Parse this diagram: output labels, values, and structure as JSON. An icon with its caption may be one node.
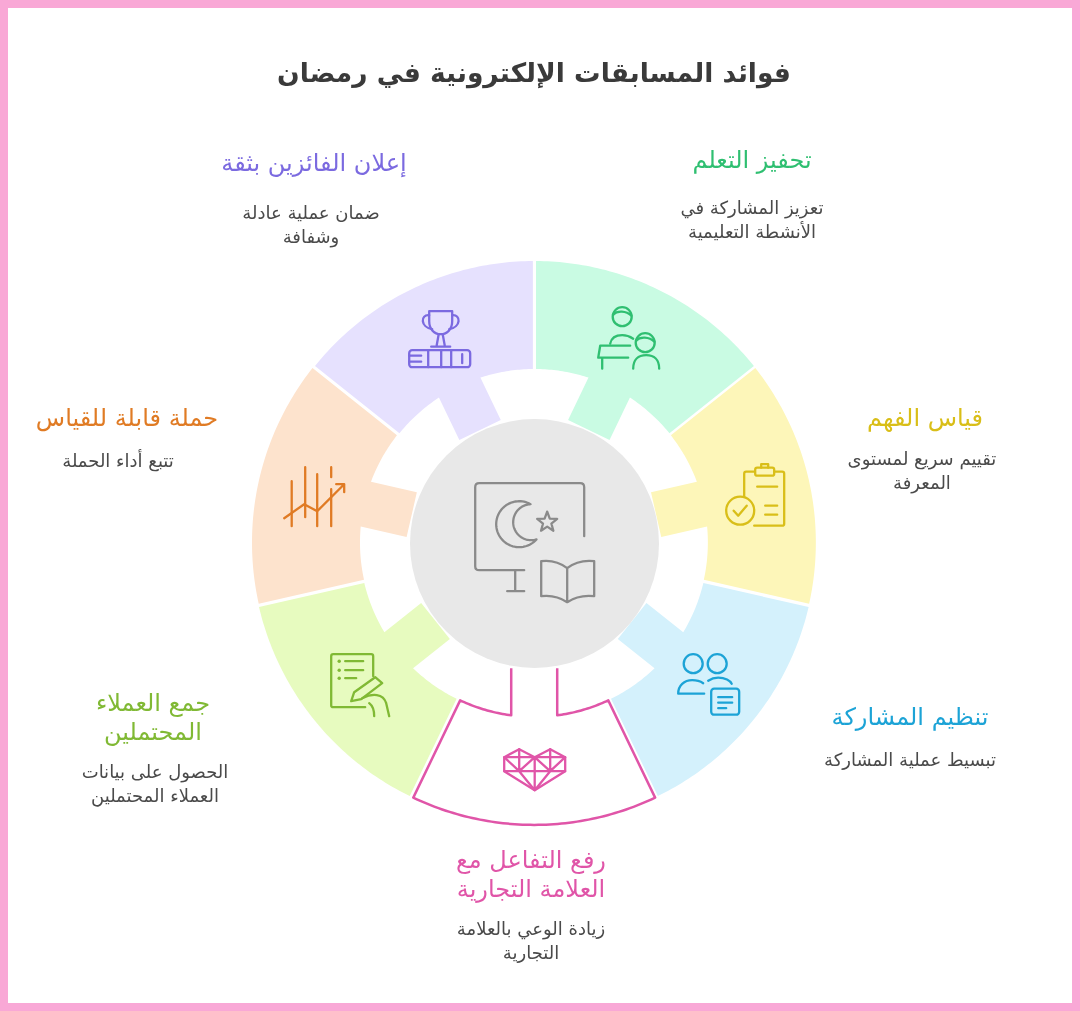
{
  "diagram": {
    "title": "فوائد المسابقات الإلكترونية في رمضان",
    "nodes": [
      {
        "text": [
          "تحفيز التعلم",
          "تعزيز المشاركة في الأنشطة التعليمية"
        ]
      },
      {
        "text": [
          "قياس الفهم",
          "تقييم سريع لمستوى المعرفة"
        ]
      },
      {
        "text": [
          "تنظيم المشاركة",
          "تبسيط عملية المشاركة"
        ]
      },
      {
        "text": [
          "رفع التفاعل مع العلامة التجارية",
          "زيادة الوعي بالعلامة التجارية"
        ]
      },
      {
        "text": [
          "جمع العملاء المحتملين",
          "الحصول على بيانات العملاء المحتملين"
        ]
      },
      {
        "text": [
          "حملة قابلة للقياس",
          "تتبع أداء الحملة"
        ]
      },
      {
        "text": [
          "إعلان الفائزين بثقة",
          "ضمان عملية عادلة وشفافة"
        ]
      }
    ]
  }
}
